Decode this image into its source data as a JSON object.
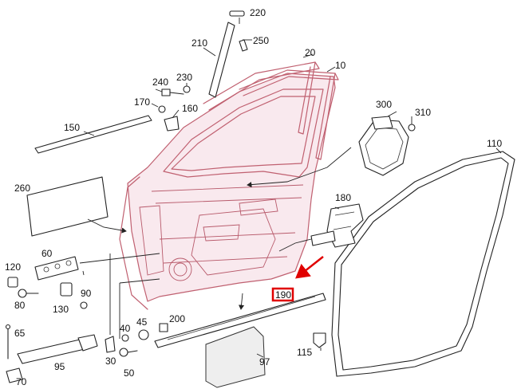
{
  "labels": {
    "p10": "10",
    "p20": "20",
    "p30": "30",
    "p40": "40",
    "p45": "45",
    "p50": "50",
    "p60": "60",
    "p65": "65",
    "p70": "70",
    "p80": "80",
    "p90": "90",
    "p95": "95",
    "p97": "97",
    "p110": "110",
    "p115": "115",
    "p120": "120",
    "p130": "130",
    "p150": "150",
    "p160": "160",
    "p170": "170",
    "p180": "180",
    "p190": "190",
    "p200": "200",
    "p210": "210",
    "p220": "220",
    "p230": "230",
    "p240": "240",
    "p250": "250",
    "p260": "260",
    "p300": "300",
    "p310": "310"
  },
  "highlight": {
    "part": "190",
    "color": "#e00000"
  }
}
